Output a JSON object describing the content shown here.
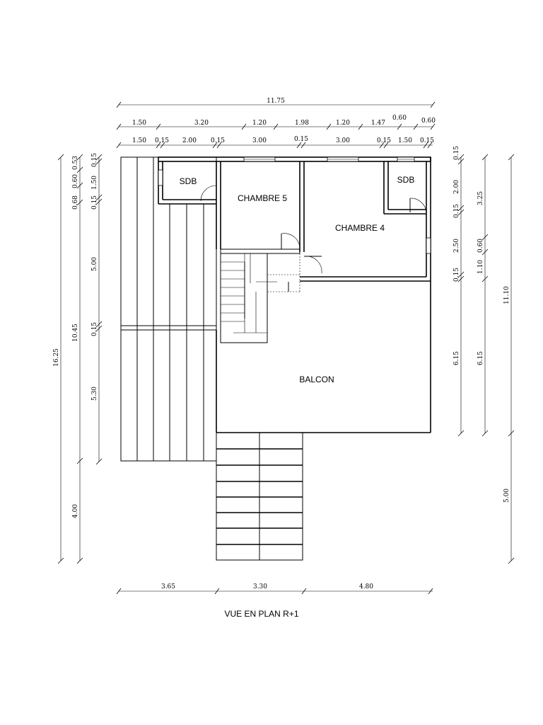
{
  "title": "VUE EN PLAN R+1",
  "rooms": {
    "sdb_left": "SDB",
    "chambre5": "CHAMBRE  5",
    "sdb_right": "SDB",
    "chambre4": "CHAMBRE  4",
    "balcon": "BALCON"
  },
  "dims_top": {
    "overall": "11.75",
    "row2": [
      "1.50",
      "3.20",
      "1.20",
      "1.98",
      "1.20",
      "1.47",
      "0.60",
      "0.60"
    ],
    "row3": [
      "1.50",
      "0.15",
      "2.00",
      "0.15",
      "3.00",
      "0.15",
      "3.00",
      "0.15",
      "1.50",
      "0.15"
    ]
  },
  "dims_bottom": [
    "3.65",
    "3.30",
    "4.80"
  ],
  "dims_left": {
    "outer": "16.25",
    "mid": [
      "0.53",
      "0.60",
      "0.68",
      "10.45",
      "4.00"
    ],
    "inner": [
      "0.15",
      "1.50",
      "0.15",
      "5.00",
      "0.15",
      "5.30"
    ]
  },
  "dims_right": {
    "inner": [
      "0.15",
      "2.00",
      "0.15",
      "2.50",
      "0.15",
      "6.15"
    ],
    "mid": [
      "3.25",
      "0.60",
      "1.10",
      "6.15"
    ],
    "outer": [
      "11.10",
      "5.00"
    ]
  }
}
